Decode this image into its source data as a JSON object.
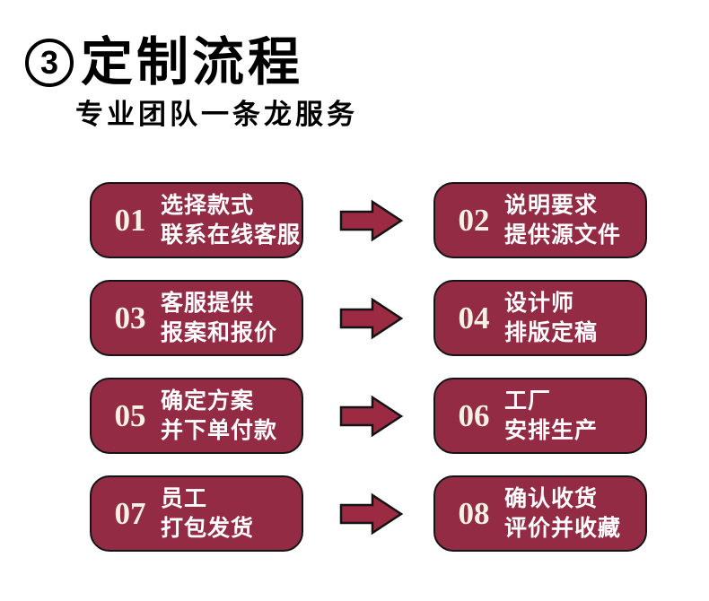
{
  "header": {
    "badge_number": "3",
    "title": "定制流程",
    "subtitle": "专业团队一条龙服务"
  },
  "colors": {
    "box_fill": "#932B44",
    "box_border": "#141414",
    "arrow_fill": "#9B2A42",
    "number_color": "#F7F1E4",
    "text_color": "#FFFFFF"
  },
  "steps": [
    {
      "number": "01",
      "line1": "选择款式",
      "line2": "联系在线客服"
    },
    {
      "number": "02",
      "line1": "说明要求",
      "line2": "提供源文件"
    },
    {
      "number": "03",
      "line1": "客服提供",
      "line2": "报案和报价"
    },
    {
      "number": "04",
      "line1": "设计师",
      "line2": "排版定稿"
    },
    {
      "number": "05",
      "line1": "确定方案",
      "line2": "并下单付款"
    },
    {
      "number": "06",
      "line1": "工厂",
      "line2": "安排生产"
    },
    {
      "number": "07",
      "line1": "员工",
      "line2": "打包发货"
    },
    {
      "number": "08",
      "line1": "确认收货",
      "line2": "评价并收藏"
    }
  ],
  "rows": [
    [
      0,
      1
    ],
    [
      2,
      3
    ],
    [
      4,
      5
    ],
    [
      6,
      7
    ]
  ]
}
